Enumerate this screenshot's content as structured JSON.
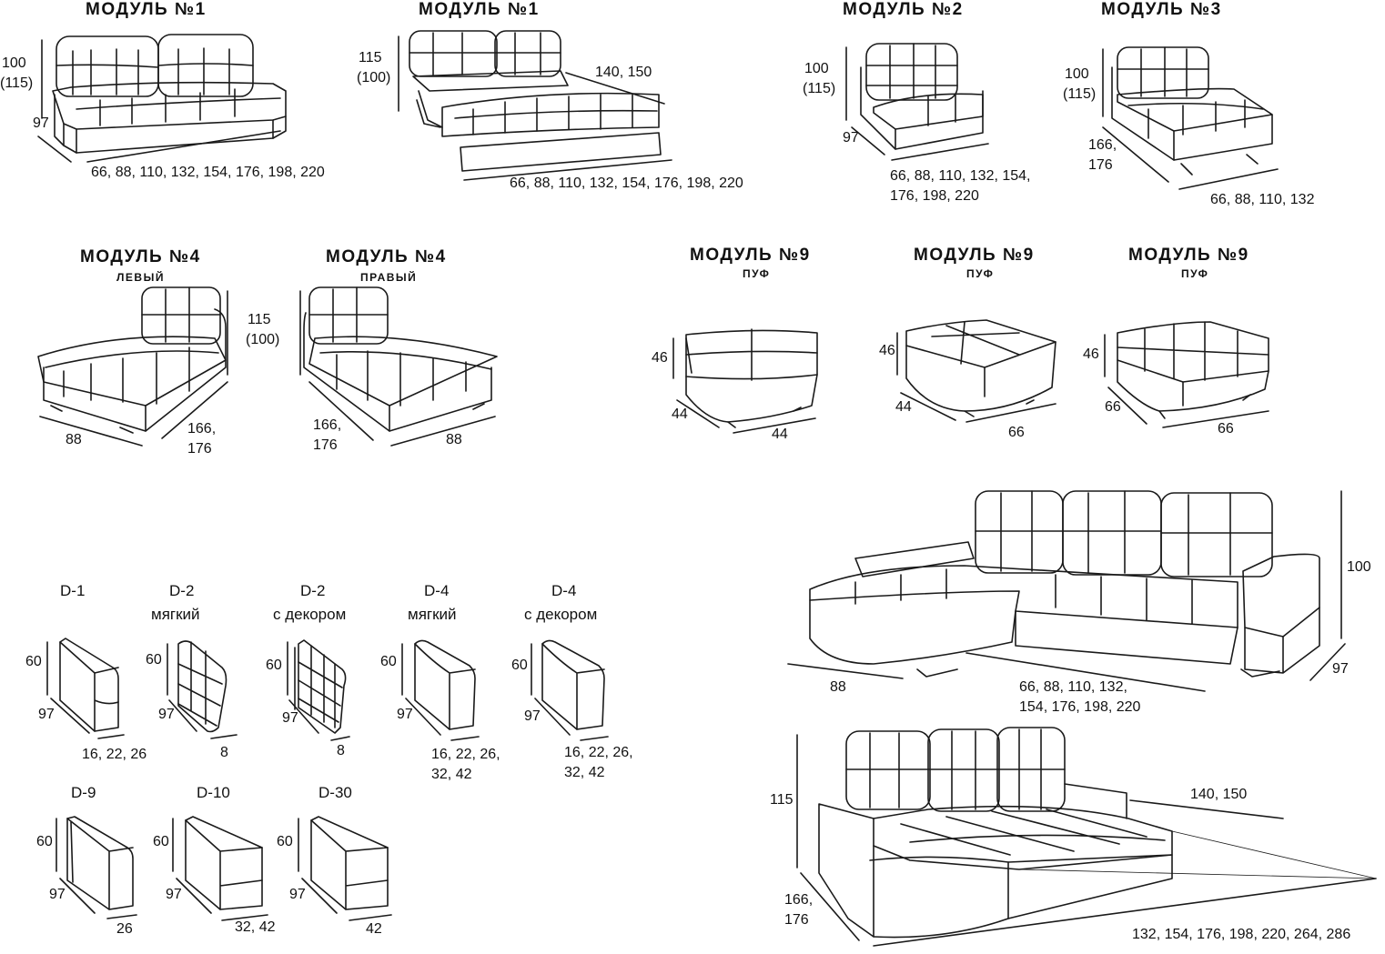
{
  "titles": {
    "m1a": "МОДУЛЬ №1",
    "m1b": "МОДУЛЬ №1",
    "m2": "МОДУЛЬ №2",
    "m3": "МОДУЛЬ №3",
    "m4l": "МОДУЛЬ №4",
    "m4l_sub": "ЛЕВЫЙ",
    "m4r": "МОДУЛЬ №4",
    "m4r_sub": "ПРАВЫЙ",
    "m9a": "МОДУЛЬ №9",
    "m9a_sub": "ПУФ",
    "m9b": "МОДУЛЬ №9",
    "m9b_sub": "ПУФ",
    "m9c": "МОДУЛЬ №9",
    "m9c_sub": "ПУФ"
  },
  "dims": {
    "m1a_h1": "100",
    "m1a_h2": "(115)",
    "m1a_d": "97",
    "m1a_w": "66, 88, 110, 132, 154, 176, 198, 220",
    "m1b_h1": "115",
    "m1b_h2": "(100)",
    "m1b_ext": "140, 150",
    "m1b_w": "66, 88, 110, 132, 154, 176, 198, 220",
    "m2_h1": "100",
    "m2_h2": "(115)",
    "m2_d": "97",
    "m2_w1": "66, 88, 110, 132, 154,",
    "m2_w2": "176, 198, 220",
    "m3_h1": "100",
    "m3_h2": "(115)",
    "m3_d1": "166,",
    "m3_d2": "176",
    "m3_w": "66, 88, 110, 132",
    "m4_h1": "115",
    "m4_h2": "(100)",
    "m4l_w": "88",
    "m4l_d1": "166,",
    "m4l_d2": "176",
    "m4r_d1": "166,",
    "m4r_d2": "176",
    "m4r_w": "88",
    "m9a_h": "46",
    "m9a_d": "44",
    "m9a_w": "44",
    "m9b_h": "46",
    "m9b_d": "44",
    "m9b_w": "66",
    "m9c_h": "46",
    "m9c_d": "66",
    "m9c_w": "66",
    "c1_h": "100",
    "c1_d": "97",
    "c1_w": "88",
    "c1_span1": "66, 88, 110, 132,",
    "c1_span2": "154, 176, 198, 220",
    "c2_h": "115",
    "c2_ext": "140, 150",
    "c2_d1": "166,",
    "c2_d2": "176",
    "c2_w": "132, 154, 176, 198, 220, 264, 286"
  },
  "armrests": [
    {
      "name": "D-1",
      "sub": "",
      "h": "60",
      "d": "97",
      "w1": "16, 22, 26",
      "w2": ""
    },
    {
      "name": "D-2",
      "sub": "мягкий",
      "h": "60",
      "d": "97",
      "w1": "8",
      "w2": ""
    },
    {
      "name": "D-2",
      "sub": "с декором",
      "h": "60",
      "d": "97",
      "w1": "8",
      "w2": ""
    },
    {
      "name": "D-4",
      "sub": "мягкий",
      "h": "60",
      "d": "97",
      "w1": "16, 22, 26,",
      "w2": "32, 42"
    },
    {
      "name": "D-4",
      "sub": "с декором",
      "h": "60",
      "d": "97",
      "w1": "16, 22, 26,",
      "w2": "32, 42"
    },
    {
      "name": "D-9",
      "sub": "",
      "h": "60",
      "d": "97",
      "w1": "26",
      "w2": ""
    },
    {
      "name": "D-10",
      "sub": "",
      "h": "60",
      "d": "97",
      "w1": "32, 42",
      "w2": ""
    },
    {
      "name": "D-30",
      "sub": "",
      "h": "60",
      "d": "97",
      "w1": "42",
      "w2": ""
    }
  ]
}
